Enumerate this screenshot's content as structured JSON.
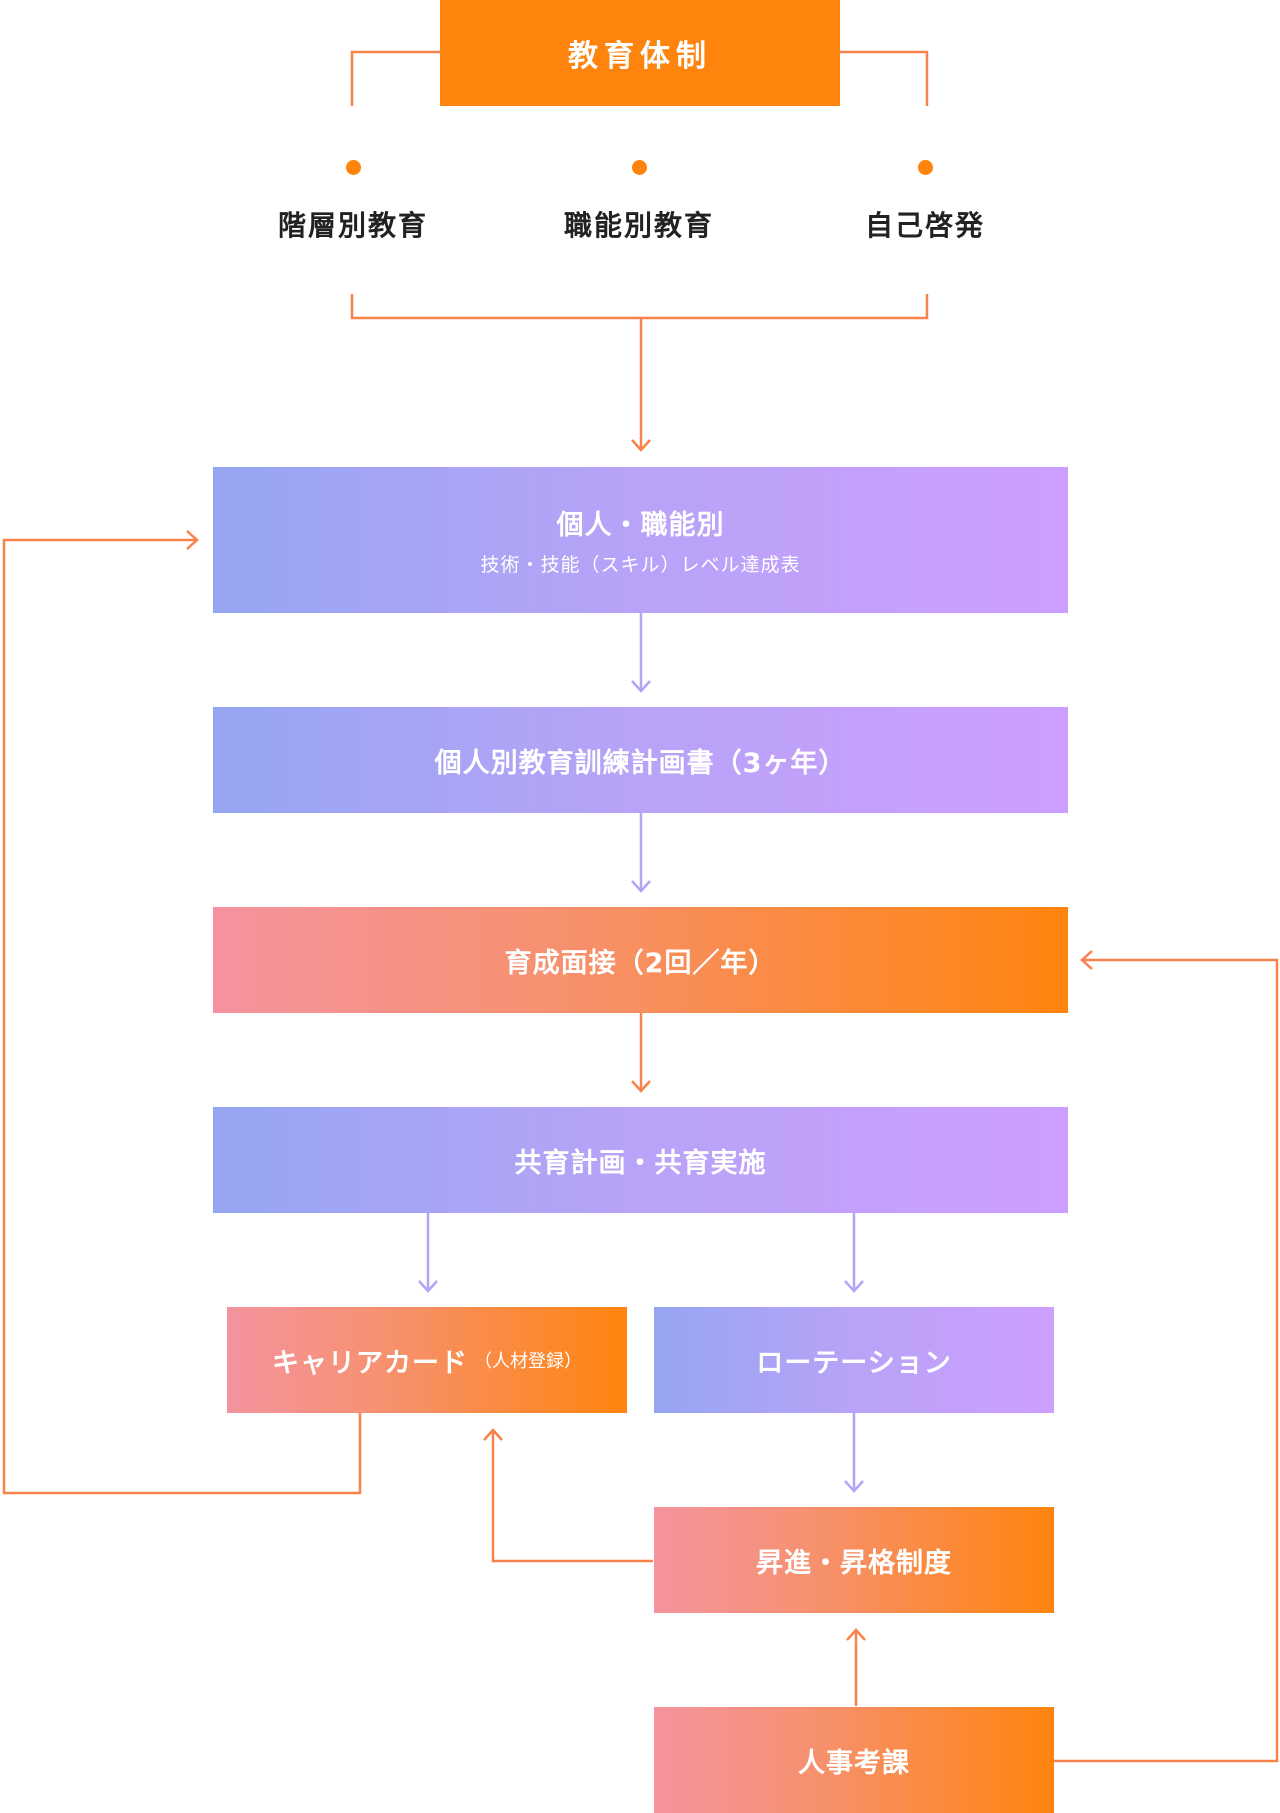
{
  "header": {
    "title": "教育体制"
  },
  "branches": [
    {
      "label": "階層別教育"
    },
    {
      "label": "職能別教育"
    },
    {
      "label": "自己啓発"
    }
  ],
  "steps": {
    "individual_skill": {
      "title": "個人・職能別",
      "subtitle": "技術・技能（スキル）レベル達成表"
    },
    "training_plan": {
      "title": "個人別教育訓練計画書（3ヶ年）"
    },
    "interview": {
      "title": "育成面接（2回／年）"
    },
    "shared_plan": {
      "title": "共育計画・共育実施"
    },
    "career_card": {
      "title": "キャリアカード",
      "note": "（人材登録）"
    },
    "rotation": {
      "title": "ローテーション"
    },
    "promotion": {
      "title": "昇進・昇格制度"
    },
    "evaluation": {
      "title": "人事考課"
    }
  },
  "colors": {
    "accent_orange": "#ff840e",
    "purple_start": "#96a5f2",
    "purple_end": "#cd9efe",
    "pink_start": "#f4939f",
    "connector_orange": "#f7834a",
    "connector_purple": "#b0a6f6"
  }
}
